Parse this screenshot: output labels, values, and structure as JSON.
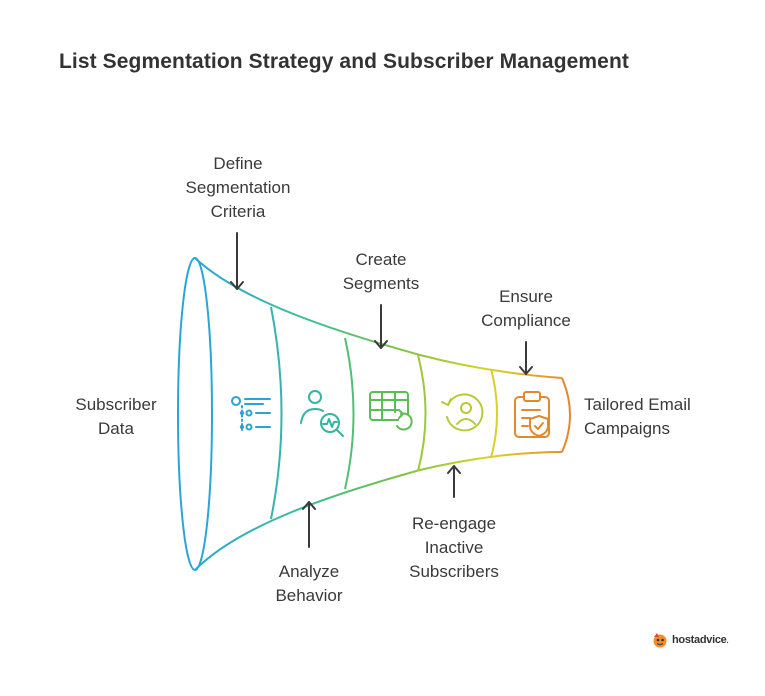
{
  "title": "List Segmentation Strategy and Subscriber Management",
  "stages": [
    {
      "id": "define",
      "label": "Define\nSegmentation\nCriteria",
      "icon": "list-icon",
      "color": "#2da3cf"
    },
    {
      "id": "analyze",
      "label": "Analyze\nBehavior",
      "icon": "user-analytics-icon",
      "color": "#35b5a0"
    },
    {
      "id": "create",
      "label": "Create\nSegments",
      "icon": "table-refresh-icon",
      "color": "#6cbf4a"
    },
    {
      "id": "reengage",
      "label": "Re-engage\nInactive\nSubscribers",
      "icon": "user-refresh-icon",
      "color": "#c2cf2c"
    },
    {
      "id": "ensure",
      "label": "Ensure\nCompliance",
      "icon": "clipboard-shield-icon",
      "color": "#e0892f"
    }
  ],
  "input_label": "Subscriber\nData",
  "output_label": "Tailored Email\nCampaigns",
  "brand": {
    "name": "hostadvice",
    "suffix": "."
  }
}
